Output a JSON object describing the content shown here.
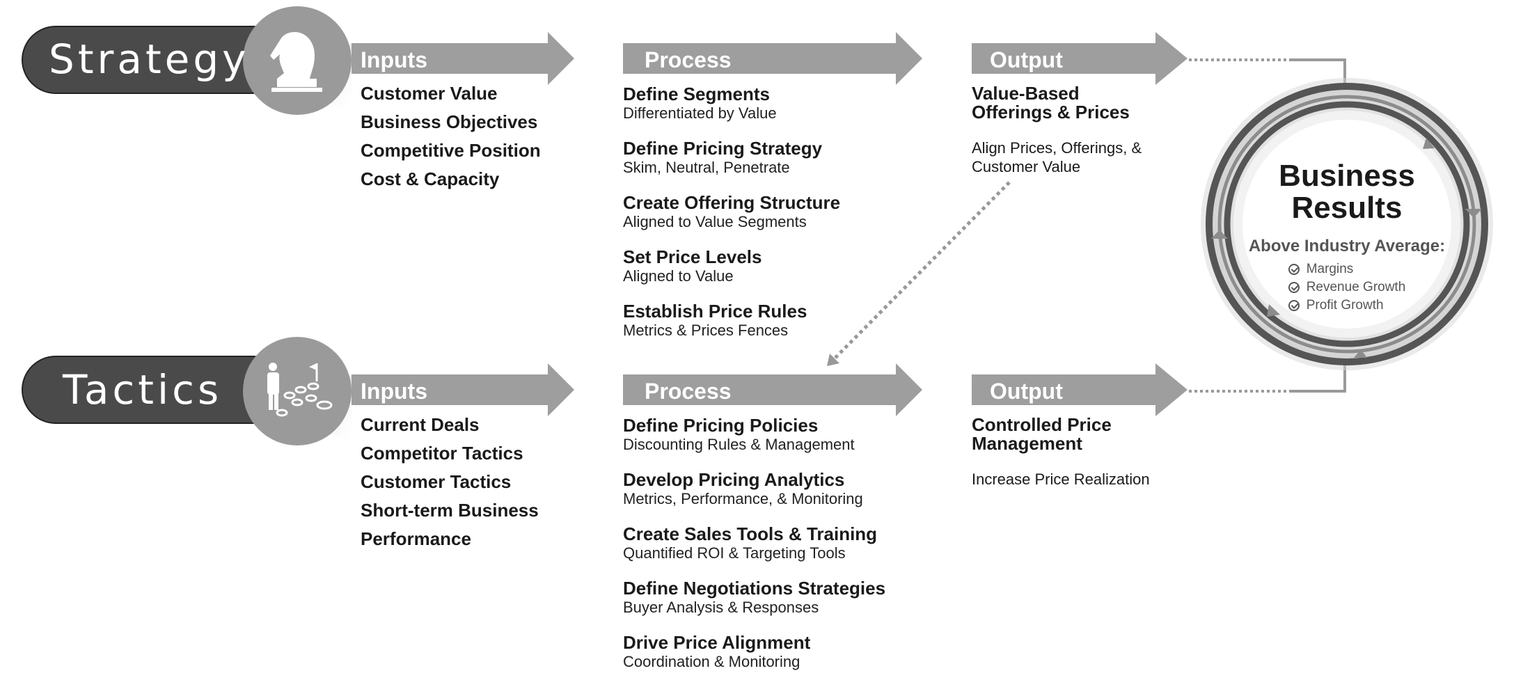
{
  "colors": {
    "dark_pill": "#4a4a4a",
    "icon_circle": "#9a9a9a",
    "arrow": "#9e9e9e",
    "ring_dark": "#555555",
    "ring_light": "#8c8c8c"
  },
  "strategy": {
    "label": "Strategy",
    "icon": "chess-knight-icon",
    "inputs_label": "Inputs",
    "inputs": [
      "Customer Value",
      "Business Objectives",
      "Competitive Position",
      "Cost & Capacity"
    ],
    "process_label": "Process",
    "process": [
      {
        "title": "Define Segments",
        "sub": "Differentiated by Value"
      },
      {
        "title": "Define Pricing Strategy",
        "sub": "Skim, Neutral, Penetrate"
      },
      {
        "title": "Create Offering Structure",
        "sub": "Aligned to Value Segments"
      },
      {
        "title": "Set Price Levels",
        "sub": "Aligned to Value"
      },
      {
        "title": "Establish Price Rules",
        "sub": "Metrics & Prices Fences"
      }
    ],
    "output_label": "Output",
    "output_title": "Value-Based Offerings & Prices",
    "output_sub": "Align Prices, Offerings, & Customer Value"
  },
  "tactics": {
    "label": "Tactics",
    "icon": "person-path-flag-icon",
    "inputs_label": "Inputs",
    "inputs": [
      "Current Deals",
      "Competitor Tactics",
      "Customer Tactics",
      "Short-term Business",
      "Performance"
    ],
    "process_label": "Process",
    "process": [
      {
        "title": "Define Pricing Policies",
        "sub": "Discounting Rules & Management"
      },
      {
        "title": "Develop Pricing Analytics",
        "sub": "Metrics, Performance, & Monitoring"
      },
      {
        "title": "Create Sales Tools & Training",
        "sub": "Quantified ROI & Targeting Tools"
      },
      {
        "title": "Define Negotiations Strategies",
        "sub": "Buyer Analysis & Responses"
      },
      {
        "title": "Drive Price Alignment",
        "sub": "Coordination & Monitoring"
      }
    ],
    "output_label": "Output",
    "output_title": "Controlled Price Management",
    "output_sub": "Increase Price Realization"
  },
  "results": {
    "title": "Business Results",
    "subtitle": "Above Industry Average:",
    "items": [
      "Margins",
      "Revenue Growth",
      "Profit Growth"
    ]
  }
}
